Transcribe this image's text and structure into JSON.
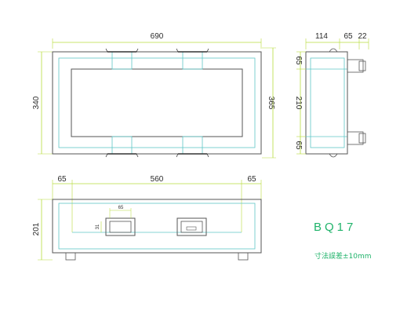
{
  "model_code": "BQ17",
  "tolerance_note": "寸法誤差±10mm",
  "colors": {
    "outline": "#555555",
    "inner_line": "#5fc7c7",
    "dim_line": "#b7dc3c",
    "dim_text": "#2a2a2a",
    "label_green": "#1fb36a"
  },
  "front_view": {
    "width_label": "690",
    "height_label": "340",
    "outer_height_label": "365"
  },
  "side_view": {
    "top_labels": [
      "114",
      "65",
      "22"
    ],
    "right_labels": [
      "65",
      "210",
      "65"
    ]
  },
  "bottom_view": {
    "top_labels": [
      "65",
      "560",
      "65"
    ],
    "height_label": "201",
    "handle_width_label": "65",
    "handle_height_label": "31"
  }
}
